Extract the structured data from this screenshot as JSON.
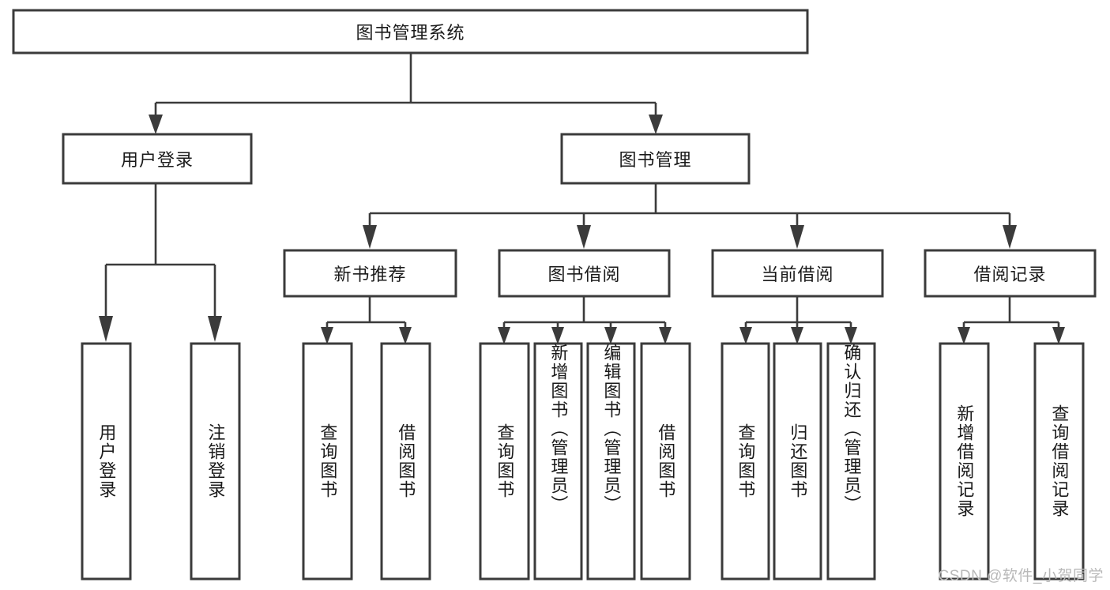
{
  "diagram": {
    "type": "tree",
    "title": "图书管理系统",
    "watermark": "CSDN @软件_小贺同学",
    "colors": {
      "box_stroke": "#3b3b3b",
      "box_fill": "#ffffff",
      "connector": "#3b3b3b",
      "text": "#1a1a1a",
      "watermark": "#b9b9b9",
      "background": "#ffffff"
    },
    "nodes": {
      "root": {
        "label": "图书管理系统"
      },
      "level1": [
        {
          "id": "user-login",
          "label": "用户登录"
        },
        {
          "id": "book-management",
          "label": "图书管理"
        }
      ],
      "level2": [
        {
          "id": "new-book-recommend",
          "label": "新书推荐",
          "parent": "book-management"
        },
        {
          "id": "book-borrow",
          "label": "图书借阅",
          "parent": "book-management"
        },
        {
          "id": "current-borrow",
          "label": "当前借阅",
          "parent": "book-management"
        },
        {
          "id": "borrow-record",
          "label": "借阅记录",
          "parent": "book-management"
        }
      ],
      "leaves": [
        {
          "id": "leaf-user-login",
          "label": "用户登录",
          "parent": "user-login"
        },
        {
          "id": "leaf-logout",
          "label": "注销登录",
          "parent": "user-login"
        },
        {
          "id": "leaf-query-book-1",
          "label": "查询图书",
          "parent": "new-book-recommend"
        },
        {
          "id": "leaf-borrow-book-1",
          "label": "借阅图书",
          "parent": "new-book-recommend"
        },
        {
          "id": "leaf-query-book-2",
          "label": "查询图书",
          "parent": "book-borrow"
        },
        {
          "id": "leaf-add-book",
          "label": "新增图书（管理员）",
          "parent": "book-borrow"
        },
        {
          "id": "leaf-edit-book",
          "label": "编辑图书（管理员）",
          "parent": "book-borrow"
        },
        {
          "id": "leaf-borrow-book-2",
          "label": "借阅图书",
          "parent": "book-borrow"
        },
        {
          "id": "leaf-query-book-3",
          "label": "查询图书",
          "parent": "current-borrow"
        },
        {
          "id": "leaf-return-book",
          "label": "归还图书",
          "parent": "current-borrow"
        },
        {
          "id": "leaf-confirm-return",
          "label": "确认归还（管理员）",
          "parent": "current-borrow"
        },
        {
          "id": "leaf-add-record",
          "label": "新增借阅记录",
          "parent": "borrow-record"
        },
        {
          "id": "leaf-query-record",
          "label": "查询借阅记录",
          "parent": "borrow-record"
        }
      ]
    }
  }
}
